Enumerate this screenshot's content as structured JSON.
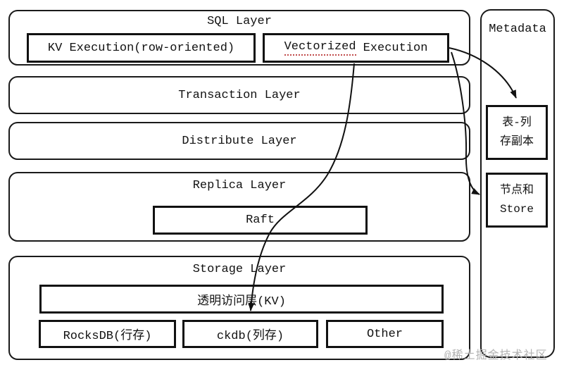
{
  "colors": {
    "line": "#111111",
    "spellcheck_underline": "#c14c4c",
    "watermark": "#b3b3b3",
    "background": "#ffffff"
  },
  "layers": {
    "sql": {
      "title": "SQL Layer",
      "kv_box": "KV Execution(row-oriented)",
      "vectorized_word": "Vectorized",
      "execution_word": "Execution"
    },
    "transaction": {
      "title": "Transaction Layer"
    },
    "distribute": {
      "title": "Distribute Layer"
    },
    "replica": {
      "title": "Replica Layer",
      "raft_box": "Raft"
    },
    "storage": {
      "title": "Storage Layer",
      "kv_access_box": "透明访问层(KV)",
      "engines": [
        {
          "label": "RocksDB(行存)"
        },
        {
          "label": "ckdb(列存)"
        },
        {
          "label": "Other"
        }
      ]
    }
  },
  "metadata_panel": {
    "title": "Metadata",
    "boxes": [
      {
        "lines": [
          "表-列",
          "存副本"
        ]
      },
      {
        "lines": [
          "节点和",
          "Store"
        ]
      }
    ]
  },
  "arrows": [
    {
      "name": "vectorized-to-table-column-replica"
    },
    {
      "name": "vectorized-to-node-and-store"
    },
    {
      "name": "vectorized-to-ckdb"
    }
  ],
  "watermark": "@稀土掘金技术社区"
}
